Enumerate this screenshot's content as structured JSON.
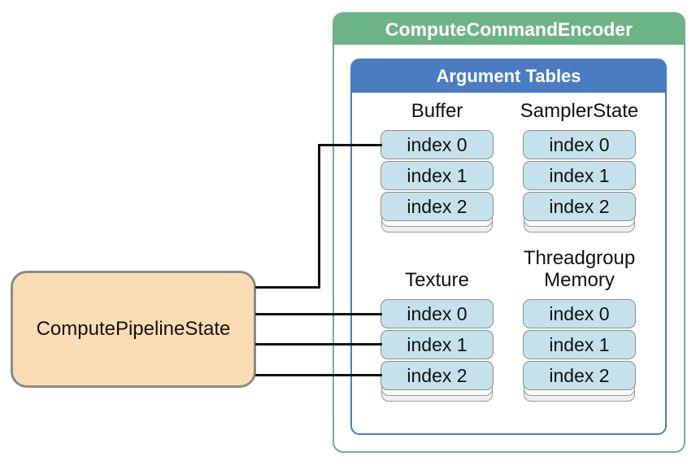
{
  "diagram": {
    "encoder": {
      "title": "ComputeCommandEncoder",
      "color": "#6db388"
    },
    "argument_tables": {
      "title": "Argument Tables",
      "color": "#4a7cc2"
    },
    "pipeline": {
      "label": "ComputePipelineState",
      "fill": "#fbdcb4"
    },
    "groups": [
      {
        "id": "buffer",
        "label": "Buffer",
        "cells": [
          "index 0",
          "index 1",
          "index 2"
        ]
      },
      {
        "id": "sampler-state",
        "label": "SamplerState",
        "cells": [
          "index 0",
          "index 1",
          "index 2"
        ]
      },
      {
        "id": "texture",
        "label": "Texture",
        "cells": [
          "index 0",
          "index 1",
          "index 2"
        ]
      },
      {
        "id": "threadgroup-memory",
        "label": "Threadgroup Memory",
        "cells": [
          "index 0",
          "index 1",
          "index 2"
        ]
      }
    ],
    "cell_fill": "#c5e2ec",
    "line_color": "#111111",
    "connections": [
      {
        "from": "ComputePipelineState",
        "to": "Buffer index 0"
      },
      {
        "from": "ComputePipelineState",
        "to": "Texture index 0"
      },
      {
        "from": "ComputePipelineState",
        "to": "Texture index 1"
      },
      {
        "from": "ComputePipelineState",
        "to": "Texture index 2"
      }
    ]
  }
}
